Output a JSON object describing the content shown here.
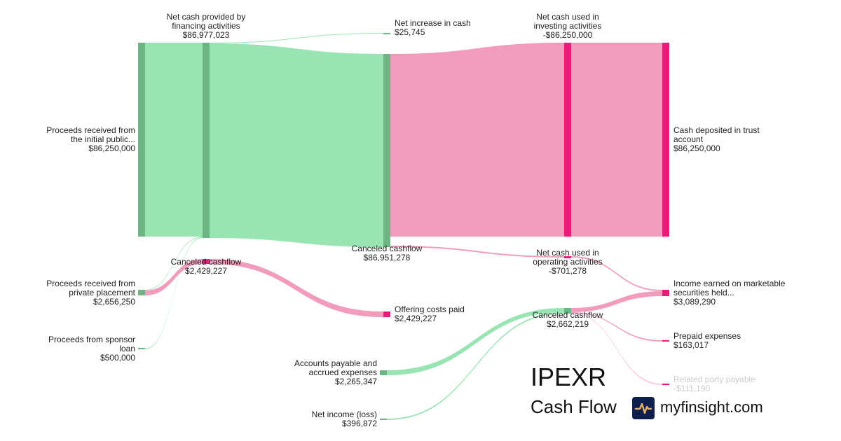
{
  "chart_data": {
    "type": "sankey",
    "title": "IPEXR",
    "subtitle": "Cash Flow",
    "brand": "myfinsight.com",
    "colors": {
      "positive_node": "#6db585",
      "positive_link": "#98e5b3",
      "negative_node": "#f0197a",
      "negative_link": "#f39bbd"
    },
    "nodes": [
      {
        "id": "ipo",
        "label": "Proceeds received from the initial public...",
        "value": "$86,250,000"
      },
      {
        "id": "private",
        "label": "Proceeds received from private placement",
        "value": "$2,656,250"
      },
      {
        "id": "sponsor",
        "label": "Proceeds from sponsor loan",
        "value": "$500,000"
      },
      {
        "id": "fin",
        "label": "Net cash provided by financing activities",
        "value": "$86,977,023"
      },
      {
        "id": "cancel1",
        "label": "Canceled cashflow",
        "value": "$2,429,227"
      },
      {
        "id": "netinc",
        "label": "Net increase in cash",
        "value": "$25,745"
      },
      {
        "id": "cancel0",
        "label": "Canceled cashflow",
        "value": "$86,951,278"
      },
      {
        "id": "offering",
        "label": "Offering costs paid",
        "value": "$2,429,227"
      },
      {
        "id": "ap",
        "label": "Accounts payable and accrued expenses",
        "value": "$2,265,347"
      },
      {
        "id": "netincome",
        "label": "Net income (loss)",
        "value": "$396,872"
      },
      {
        "id": "inv",
        "label": "Net cash used in investing activities",
        "value": "-$86,250,000"
      },
      {
        "id": "oper",
        "label": "Net cash used in operating activities",
        "value": "-$701,278"
      },
      {
        "id": "cancel2",
        "label": "Canceled cashflow",
        "value": "$2,662,219"
      },
      {
        "id": "trust",
        "label": "Cash deposited in trust account",
        "value": "$86,250,000"
      },
      {
        "id": "income",
        "label": "Income earned on marketable securities held...",
        "value": "$3,089,290"
      },
      {
        "id": "prepaid",
        "label": "Prepaid expenses",
        "value": "$163,017"
      },
      {
        "id": "related",
        "label": "Related party payable",
        "value": "-$111,190"
      }
    ],
    "links": [
      {
        "source": "ipo",
        "target": "fin",
        "value": 86250000
      },
      {
        "source": "private",
        "target": "fin",
        "value": 227023
      },
      {
        "source": "private",
        "target": "cancel1",
        "value": 2429227
      },
      {
        "source": "sponsor",
        "target": "fin",
        "value": 500000
      },
      {
        "source": "fin",
        "target": "netinc",
        "value": 25745
      },
      {
        "source": "fin",
        "target": "cancel0",
        "value": 86951278
      },
      {
        "source": "cancel1",
        "target": "offering",
        "value": 2429227
      },
      {
        "source": "cancel0",
        "target": "inv",
        "value": 86250000
      },
      {
        "source": "cancel0",
        "target": "oper",
        "value": 701278
      },
      {
        "source": "ap",
        "target": "cancel2",
        "value": 2265347
      },
      {
        "source": "netincome",
        "target": "cancel2",
        "value": 396872
      },
      {
        "source": "inv",
        "target": "trust",
        "value": 86250000
      },
      {
        "source": "oper",
        "target": "income",
        "value": 701278
      },
      {
        "source": "cancel2",
        "target": "income",
        "value": 2388012
      },
      {
        "source": "cancel2",
        "target": "prepaid",
        "value": 163017
      },
      {
        "source": "cancel2",
        "target": "related",
        "value": 111190
      }
    ]
  }
}
